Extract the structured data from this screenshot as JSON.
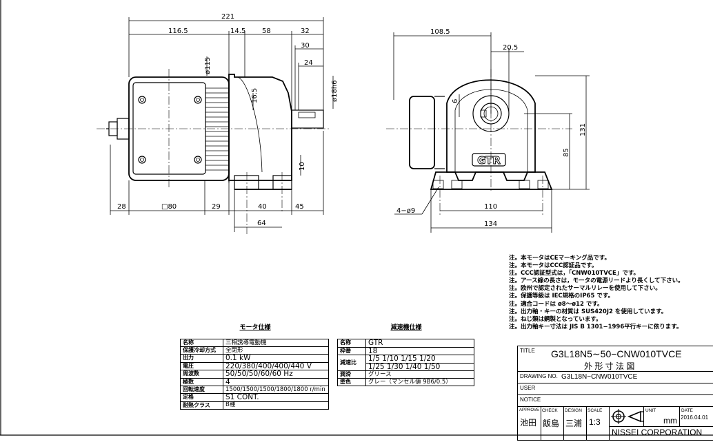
{
  "dimensions": {
    "overall_length": "221",
    "motor_length": "116.5",
    "flange": "14.5",
    "gear_length": "58",
    "shaft_length": "32",
    "shaft_to_key": "30",
    "key_length": "24",
    "motor_dia": "ø115",
    "shaft_dia": "ø18h6",
    "shaft_height_offset": "16.5",
    "foot_height": "10",
    "conduit": "28",
    "box_width": "□80",
    "box_offset": "29",
    "foot_length": "40",
    "foot_offset": "45",
    "foot_span_side": "64",
    "front_width": "108.5",
    "key_offset": "20.5",
    "key_height": "6",
    "total_height": "131",
    "center_height": "85",
    "holes": "4−ø9",
    "foot_spacing": "110",
    "base_width": "134"
  },
  "logo": "GTR",
  "motor_spec": {
    "title": "モータ仕様",
    "rows": [
      {
        "k": "名称",
        "v": "三相誘導電動機"
      },
      {
        "k": "保護冷却方式",
        "v": "全閉形"
      },
      {
        "k": "出力",
        "v": "0.1 kW"
      },
      {
        "k": "電圧",
        "v": "220/380/400/400/440 V"
      },
      {
        "k": "周波数",
        "v": "50/50/50/60/60 Hz"
      },
      {
        "k": "極数",
        "v": "4"
      },
      {
        "k": "回転速度",
        "v": "1500/1500/1500/1800/1800 r/min"
      },
      {
        "k": "定格",
        "v": "S1 CONT."
      },
      {
        "k": "耐熱クラス",
        "v": "B種"
      }
    ]
  },
  "reducer_spec": {
    "title": "減速機仕様",
    "name_k": "名称",
    "name_v": "GTR",
    "frame_k": "枠番",
    "frame_v": "18",
    "ratio_k": "減速比",
    "ratio_v1": "1/5 1/10 1/15 1/20",
    "ratio_v2": "1/25 1/30 1/40 1/50",
    "lub_k": "潤滑",
    "lub_v": "グリース",
    "color_k": "塗色",
    "color_v": "グレー（マンセル値 9B6/0.5）"
  },
  "notes": [
    "注。本モータはCEマーキング品です。",
    "注。本モータはCCC認証品です。",
    "注。CCC認証型式は，「CNW010TVCE」です。",
    "注。アース線の長さは，モータの電源リードより長くして下さい。",
    "注。欧州で認定されたサーマルリレーを使用して下さい。",
    "注。保護等級は IEC規格のIP65 です。",
    "注。適合コードは ø8～ø12 です。",
    "注。出力軸・キーの材質は SUS420J2 を使用しています。",
    "注。ねじ類は鋼製となっています。",
    "注。出力軸キー寸法は JIS B 1301−1996平行キーに依ります。"
  ],
  "title_block": {
    "title_label": "TITLE",
    "title_main": "G3L18N5∼50−CNW010TVCE",
    "title_sub": "外 形 寸 法 図",
    "drawing_label": "DRAWING NO.",
    "drawing_no": "G3L18N−CNW010TVCE",
    "user_label": "USER",
    "notice_label": "NOTICE",
    "approve_label": "APPROVE",
    "approve_name": "池田",
    "check_label": "CHECK",
    "check_name": "飯島",
    "design_label": "DESIGN",
    "design_name": "三浦",
    "scale_label": "SCALE",
    "scale": "1:3",
    "unit_label": "UNIT",
    "unit": "mm",
    "date_label": "DATE",
    "date": "2016.04.01",
    "company": "NISSEI CORPORATION"
  }
}
